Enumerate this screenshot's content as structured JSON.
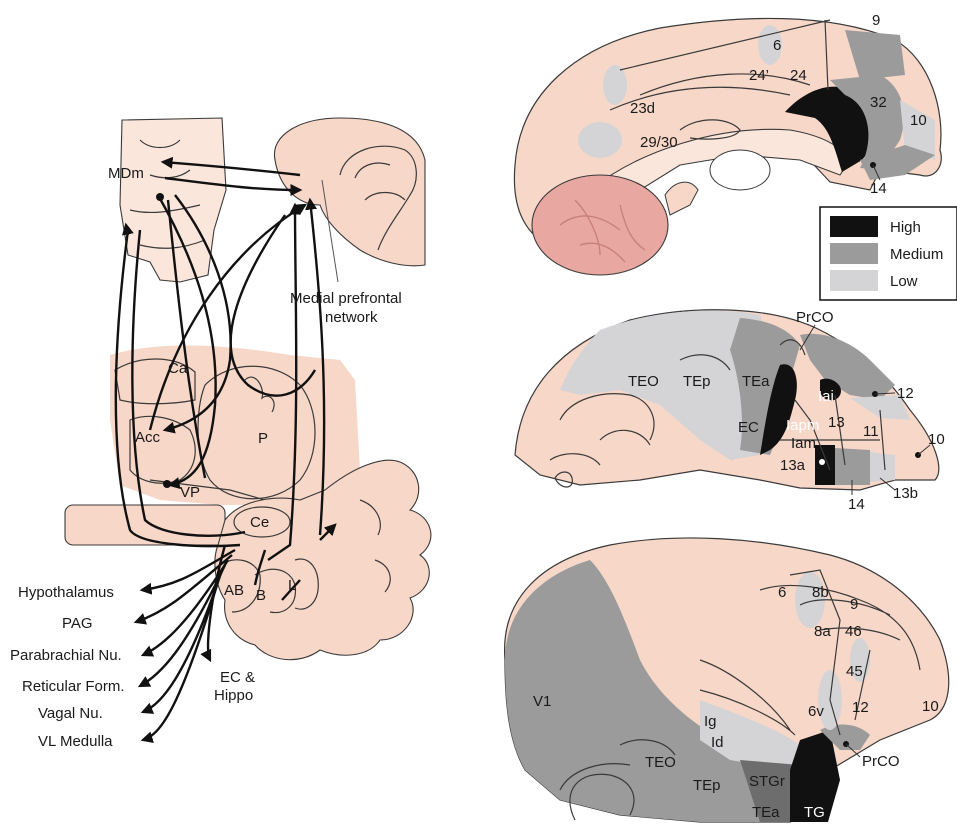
{
  "colors": {
    "tissue": "#f7d7c8",
    "tissue_light": "#fbe6dc",
    "cerebellum": "#e8a7a0",
    "high": "#111111",
    "medium": "#9b9b9b",
    "low": "#d4d4d6"
  },
  "legend": {
    "items": [
      {
        "label": "High",
        "color": "#111111"
      },
      {
        "label": "Medium",
        "color": "#9b9b9b"
      },
      {
        "label": "Low",
        "color": "#d4d4d6"
      }
    ]
  },
  "circuit": {
    "structures": {
      "mdm": "MDm",
      "ca": "Ca",
      "acc": "Acc",
      "p": "P",
      "vp": "VP",
      "ce": "Ce",
      "ab": "AB",
      "b": "B",
      "l": "L"
    },
    "mpfc_label_line1": "Medial prefrontal",
    "mpfc_label_line2": "network",
    "ec_hippo_line1": "EC &",
    "ec_hippo_line2": "Hippo",
    "outputs": [
      "Hypothalamus",
      "PAG",
      "Parabrachial Nu.",
      "Reticular Form.",
      "Vagal Nu.",
      "VL Medulla"
    ]
  },
  "medial_view": {
    "areas": [
      "6",
      "9",
      "24’",
      "24",
      "32",
      "23d",
      "29/30",
      "10",
      "14"
    ]
  },
  "orbital_view": {
    "areas": [
      "PrCO",
      "TEO",
      "TEp",
      "TEa",
      "Iai",
      "12",
      "Iapm",
      "13",
      "11",
      "10",
      "EC",
      "Iam",
      "13a",
      "14",
      "13b"
    ]
  },
  "lateral_view": {
    "areas": [
      "6",
      "8b",
      "9",
      "8a",
      "46",
      "45",
      "10",
      "12",
      "6v",
      "V1",
      "Ig",
      "Id",
      "TEO",
      "PrCO",
      "STGr",
      "TEp",
      "TEa",
      "TG"
    ]
  }
}
